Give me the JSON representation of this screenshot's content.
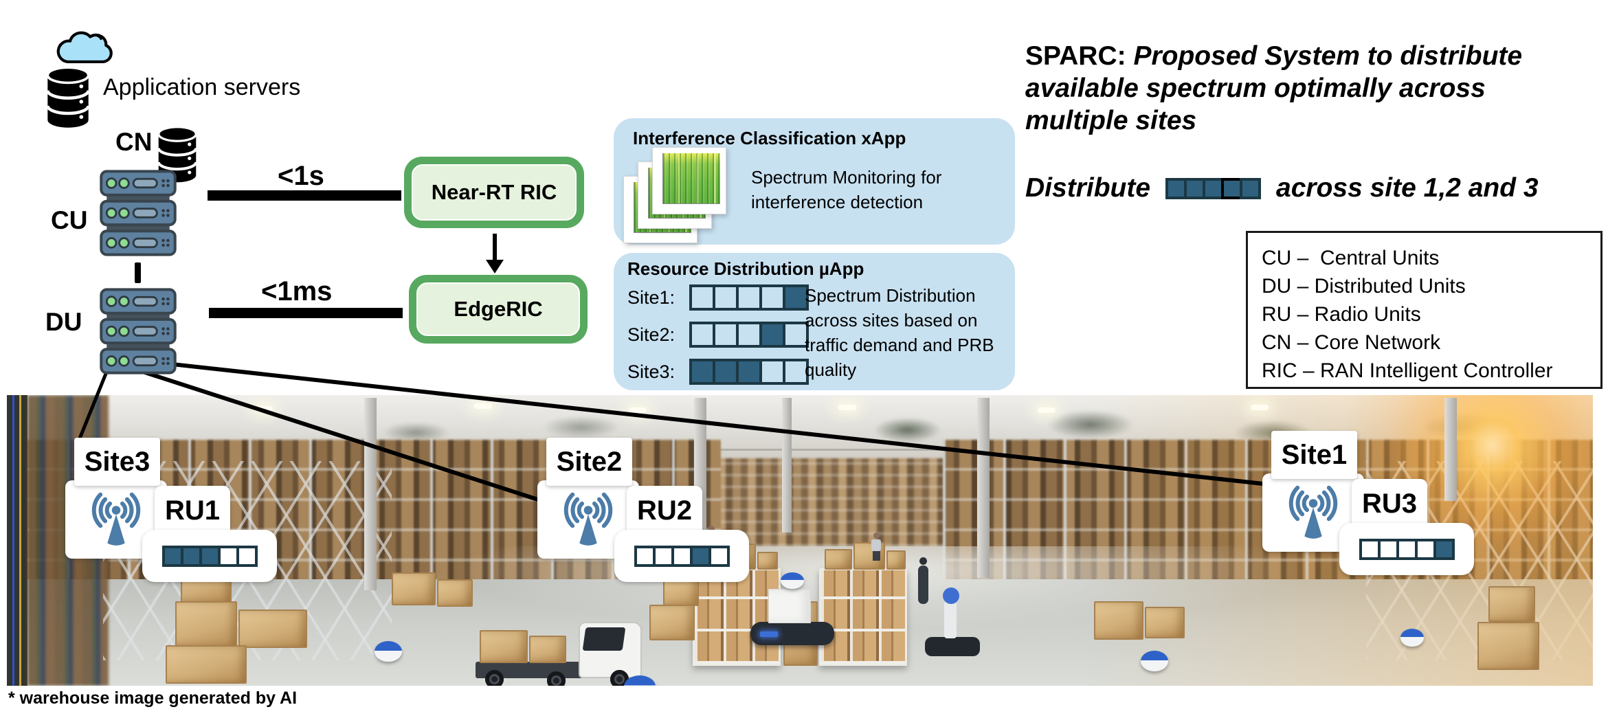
{
  "header": {
    "app_servers_label": "Application servers",
    "cn_label": "CN",
    "cu_label": "CU",
    "du_label": "DU",
    "link_cu_ric_latency": "<1s",
    "link_du_ric_latency": "<1ms",
    "near_rt_ric_label": "Near-RT RIC",
    "edge_ric_label": "EdgeRIC"
  },
  "xapp": {
    "title": "Interference Classification xApp",
    "description": "Spectrum Monitoring for interference detection"
  },
  "uapp": {
    "title": "Resource Distribution µApp",
    "description": "Spectrum Distribution across sites based on traffic demand and PRB quality",
    "rows": [
      {
        "label": "Site1:",
        "cells": [
          0,
          0,
          0,
          0,
          1
        ]
      },
      {
        "label": "Site2:",
        "cells": [
          0,
          0,
          0,
          1,
          0
        ]
      },
      {
        "label": "Site3:",
        "cells": [
          1,
          1,
          1,
          0,
          0
        ]
      }
    ]
  },
  "sparc": {
    "prefix": "SPARC:",
    "statement": "Proposed System to distribute available spectrum optimally across multiple sites",
    "distribute_prefix": "Distribute",
    "distribute_suffix": "across site 1,2 and 3",
    "distribute_cells": [
      1,
      1,
      1,
      1,
      1
    ],
    "distribute_highlight_index": 3
  },
  "legend": {
    "items": [
      "CU –  Central Units",
      "DU – Distributed Units",
      "RU – Radio Units",
      "CN – Core Network",
      "RIC – RAN Intelligent Controller"
    ]
  },
  "sites": [
    {
      "site_label": "Site3",
      "ru_label": "RU1",
      "cells": [
        1,
        1,
        1,
        0,
        0
      ]
    },
    {
      "site_label": "Site2",
      "ru_label": "RU2",
      "cells": [
        0,
        0,
        0,
        1,
        0
      ]
    },
    {
      "site_label": "Site1",
      "ru_label": "RU3",
      "cells": [
        0,
        0,
        0,
        0,
        1
      ]
    }
  ],
  "caption": "* warehouse image generated by AI",
  "colors": {
    "cell_filled": "#2F607E",
    "cell_border": "#1B3844",
    "panel_blue": "#C8E1F1",
    "ric_border": "#57A95F",
    "ric_fill": "#E5F2DD",
    "antenna": "#4C7CA8"
  }
}
